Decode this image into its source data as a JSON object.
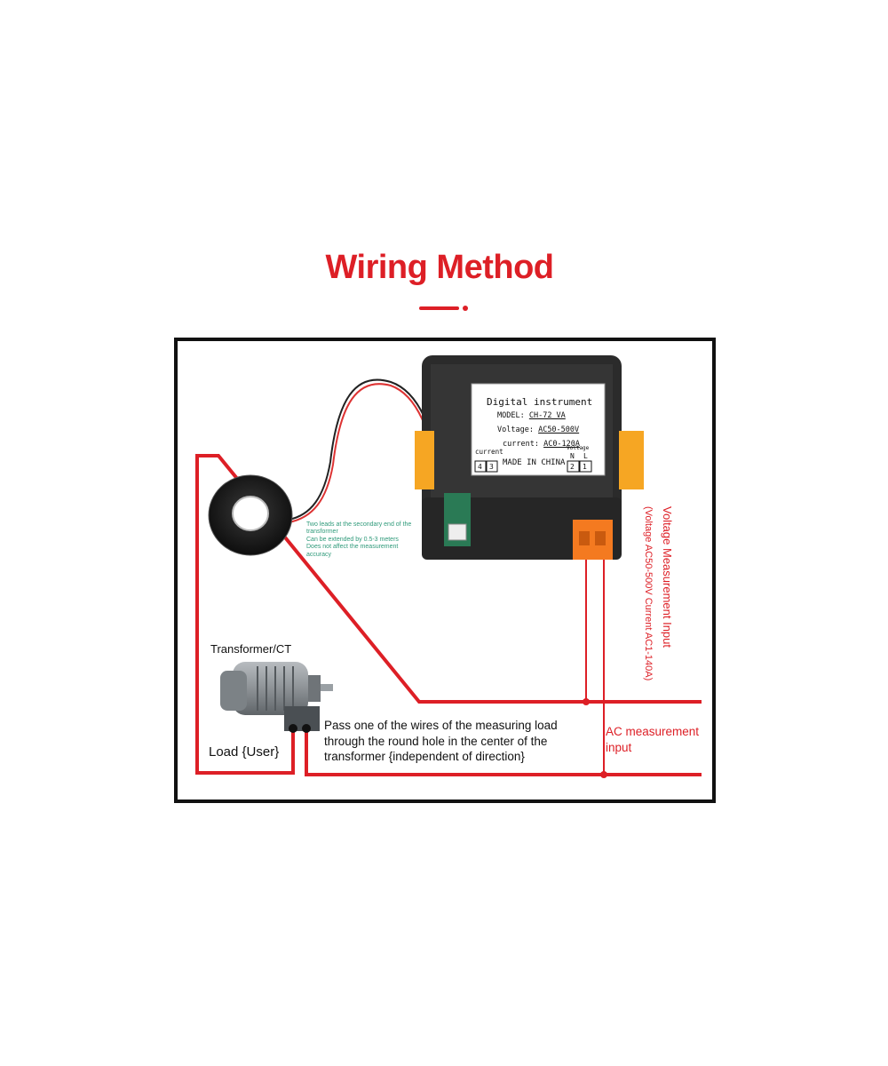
{
  "title": "Wiring Method",
  "colors": {
    "accent": "#dd1f26",
    "note": "#2f9a7a",
    "device_body": "#2b2b2b",
    "terminal": "#f47a20"
  },
  "device_label": {
    "heading": "Digital instrument",
    "model_label": "MODEL:",
    "model_value": "CH-72 VA",
    "voltage_label": "Voltage:",
    "voltage_value": "AC50-500V",
    "current_label": "current:",
    "current_value": "AC0-120A",
    "made_in": "MADE IN CHINA",
    "current_terminals_label": "current",
    "current_terminals": [
      "4",
      "3"
    ],
    "voltage_terminals_label": "Voltage",
    "voltage_terminal_letters": [
      "N",
      "L"
    ],
    "voltage_terminals": [
      "2",
      "1"
    ]
  },
  "note_lines": [
    "Two leads at the secondary end of the transformer",
    "Can be extended by 0.5-3 meters",
    "Does not affect the measurement accuracy"
  ],
  "transformer_label": "Transformer/CT",
  "load_label": "Load {User}",
  "pass_text": "Pass one of the wires of the measuring load through the round hole in the center of the transformer {independent of direction}",
  "ac_measurement_input": [
    "AC measurement",
    "input"
  ],
  "voltage_measurement_input": {
    "line1": "Voltage Measurement Input",
    "line2": "(Voltage AC50-500V Current AC1-140A)"
  }
}
